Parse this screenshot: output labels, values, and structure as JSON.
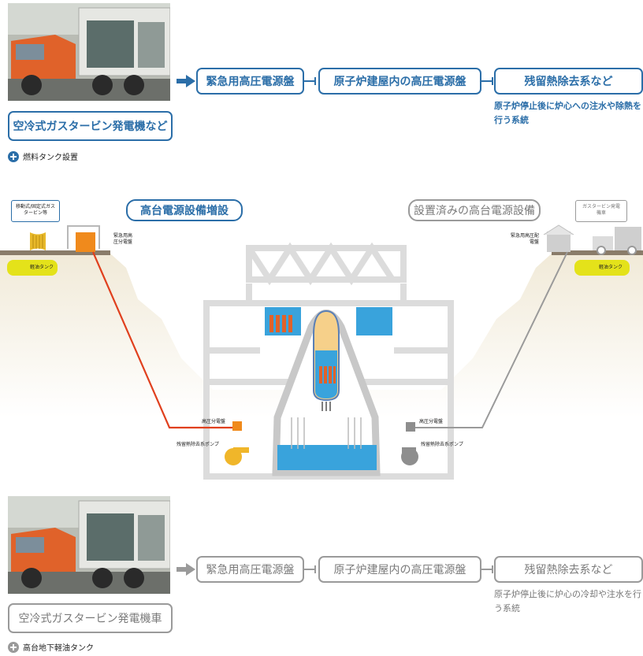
{
  "top": {
    "generator": "空冷式ガスタービン発電機など",
    "emergency_panel": "緊急用高圧電源盤",
    "building_panel": "原子炉建屋内の高圧電源盤",
    "rhr": "残留熱除去系など",
    "rhr_note": "原子炉停止後に炉心への注水や除熱を行う系統",
    "addition": "燃料タンク設置"
  },
  "middle": {
    "new_title": "高台電源設備増設",
    "existing_title": "設置済みの高台電源設備",
    "left_gen_label": "移動式/固定式ガスタービン等",
    "right_gen_label": "ガスタービン発電機車",
    "left_panel_label": "緊急用高圧分電盤",
    "right_panel_label": "緊急用高圧配電盤",
    "light_oil_tank_left": "軽油タンク",
    "light_oil_tank_right": "軽油タンク",
    "hp_panel_left": "高圧分電盤",
    "hp_panel_right": "高圧分電盤",
    "rhr_pump_left": "残留熱除去系ポンプ",
    "rhr_pump_right": "残留熱除去系ポンプ"
  },
  "bottom": {
    "generator": "空冷式ガスタービン発電機車",
    "emergency_panel": "緊急用高圧電源盤",
    "building_panel": "原子炉建屋内の高圧電源盤",
    "rhr": "残留熱除去系など",
    "rhr_note": "原子炉停止後に炉心の冷却や注水を行う系統",
    "addition": "高台地下軽油タンク"
  },
  "colors": {
    "blue": "#2b6ea8",
    "orange": "#f08a1c",
    "red": "#e0401e",
    "gray": "#9a9a9a",
    "yellow": "#e4e21a",
    "water": "#39a3dc"
  }
}
